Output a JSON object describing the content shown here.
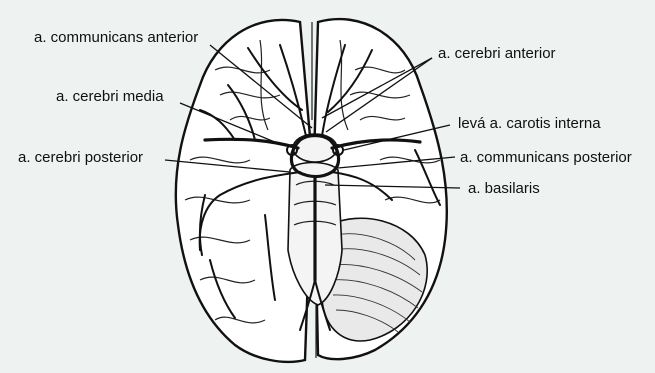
{
  "labels": {
    "communicans_anterior": "a. communicans anterior",
    "cerebri_anterior": "a. cerebri anterior",
    "cerebri_media": "a. cerebri media",
    "carotis_interna": "levá a. carotis interna",
    "cerebri_posterior": "a. cerebri posterior",
    "communicans_posterior": "a. communicans posterior",
    "basilaris": "a. basilaris"
  }
}
